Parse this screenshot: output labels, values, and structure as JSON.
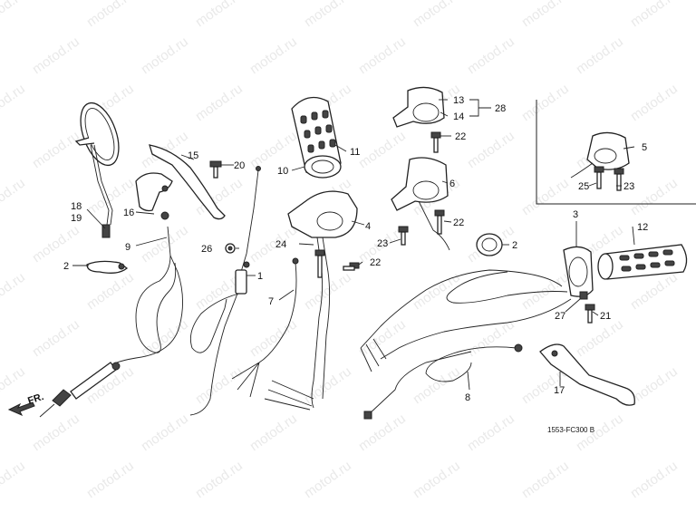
{
  "watermark": "motod.ru",
  "direction_label": "FR.",
  "diagram_code": "1553-FC300 B",
  "callouts": {
    "c1": "1",
    "c2a": "2",
    "c2b": "2",
    "c3": "3",
    "c4": "4",
    "c5": "5",
    "c6": "6",
    "c7": "7",
    "c8": "8",
    "c9": "9",
    "c10": "10",
    "c11": "11",
    "c12": "12",
    "c13": "13",
    "c14": "14",
    "c15": "15",
    "c16": "16",
    "c17": "17",
    "c18": "18",
    "c19": "19",
    "c20": "20",
    "c21": "21",
    "c22a": "22",
    "c22b": "22",
    "c22c": "22",
    "c23a": "23",
    "c23b": "23",
    "c24": "24",
    "c25": "25",
    "c26": "26",
    "c27": "27",
    "c28": "28"
  }
}
